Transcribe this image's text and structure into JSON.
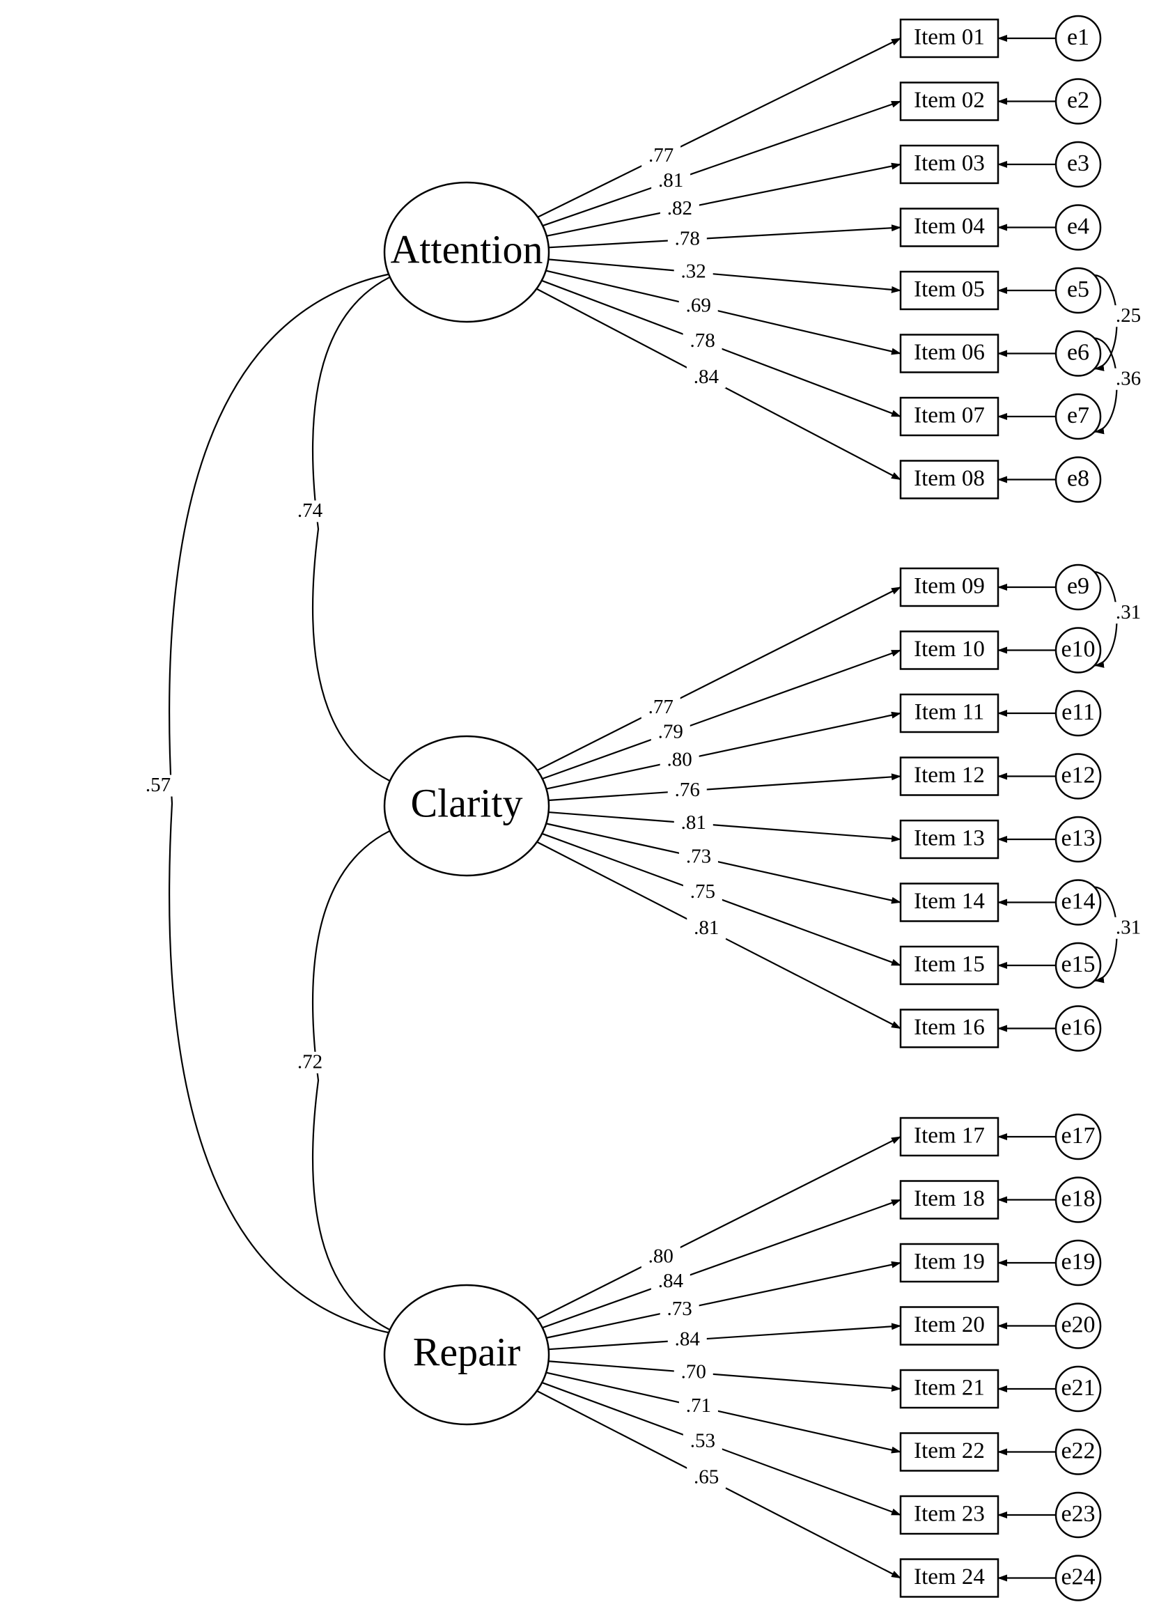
{
  "factors": [
    {
      "id": "attention",
      "label": "Attention",
      "items": [
        {
          "label": "Item 01",
          "error": "e1",
          "loading": ".77"
        },
        {
          "label": "Item 02",
          "error": "e2",
          "loading": ".81"
        },
        {
          "label": "Item 03",
          "error": "e3",
          "loading": ".82"
        },
        {
          "label": "Item 04",
          "error": "e4",
          "loading": ".78"
        },
        {
          "label": "Item 05",
          "error": "e5",
          "loading": ".32"
        },
        {
          "label": "Item 06",
          "error": "e6",
          "loading": ".69"
        },
        {
          "label": "Item 07",
          "error": "e7",
          "loading": ".78"
        },
        {
          "label": "Item 08",
          "error": "e8",
          "loading": ".84"
        }
      ]
    },
    {
      "id": "clarity",
      "label": "Clarity",
      "items": [
        {
          "label": "Item 09",
          "error": "e9",
          "loading": ".77"
        },
        {
          "label": "Item 10",
          "error": "e10",
          "loading": ".79"
        },
        {
          "label": "Item 11",
          "error": "e11",
          "loading": ".80"
        },
        {
          "label": "Item 12",
          "error": "e12",
          "loading": ".76"
        },
        {
          "label": "Item 13",
          "error": "e13",
          "loading": ".81"
        },
        {
          "label": "Item 14",
          "error": "e14",
          "loading": ".73"
        },
        {
          "label": "Item 15",
          "error": "e15",
          "loading": ".75"
        },
        {
          "label": "Item 16",
          "error": "e16",
          "loading": ".81"
        }
      ]
    },
    {
      "id": "repair",
      "label": "Repair",
      "items": [
        {
          "label": "Item 17",
          "error": "e17",
          "loading": ".80"
        },
        {
          "label": "Item 18",
          "error": "e18",
          "loading": ".84"
        },
        {
          "label": "Item 19",
          "error": "e19",
          "loading": ".73"
        },
        {
          "label": "Item 20",
          "error": "e20",
          "loading": ".84"
        },
        {
          "label": "Item 21",
          "error": "e21",
          "loading": ".70"
        },
        {
          "label": "Item 22",
          "error": "e22",
          "loading": ".71"
        },
        {
          "label": "Item 23",
          "error": "e23",
          "loading": ".53"
        },
        {
          "label": "Item 24",
          "error": "e24",
          "loading": ".65"
        }
      ]
    }
  ],
  "factor_correlations": [
    {
      "from": "attention",
      "to": "clarity",
      "value": ".74"
    },
    {
      "from": "clarity",
      "to": "repair",
      "value": ".72"
    },
    {
      "from": "attention",
      "to": "repair",
      "value": ".57"
    }
  ],
  "error_covariances": [
    {
      "from": "e5",
      "to": "e6",
      "value": ".25"
    },
    {
      "from": "e6",
      "to": "e7",
      "value": ".36"
    },
    {
      "from": "e9",
      "to": "e10",
      "value": ".31"
    },
    {
      "from": "e14",
      "to": "e15",
      "value": ".31"
    }
  ]
}
